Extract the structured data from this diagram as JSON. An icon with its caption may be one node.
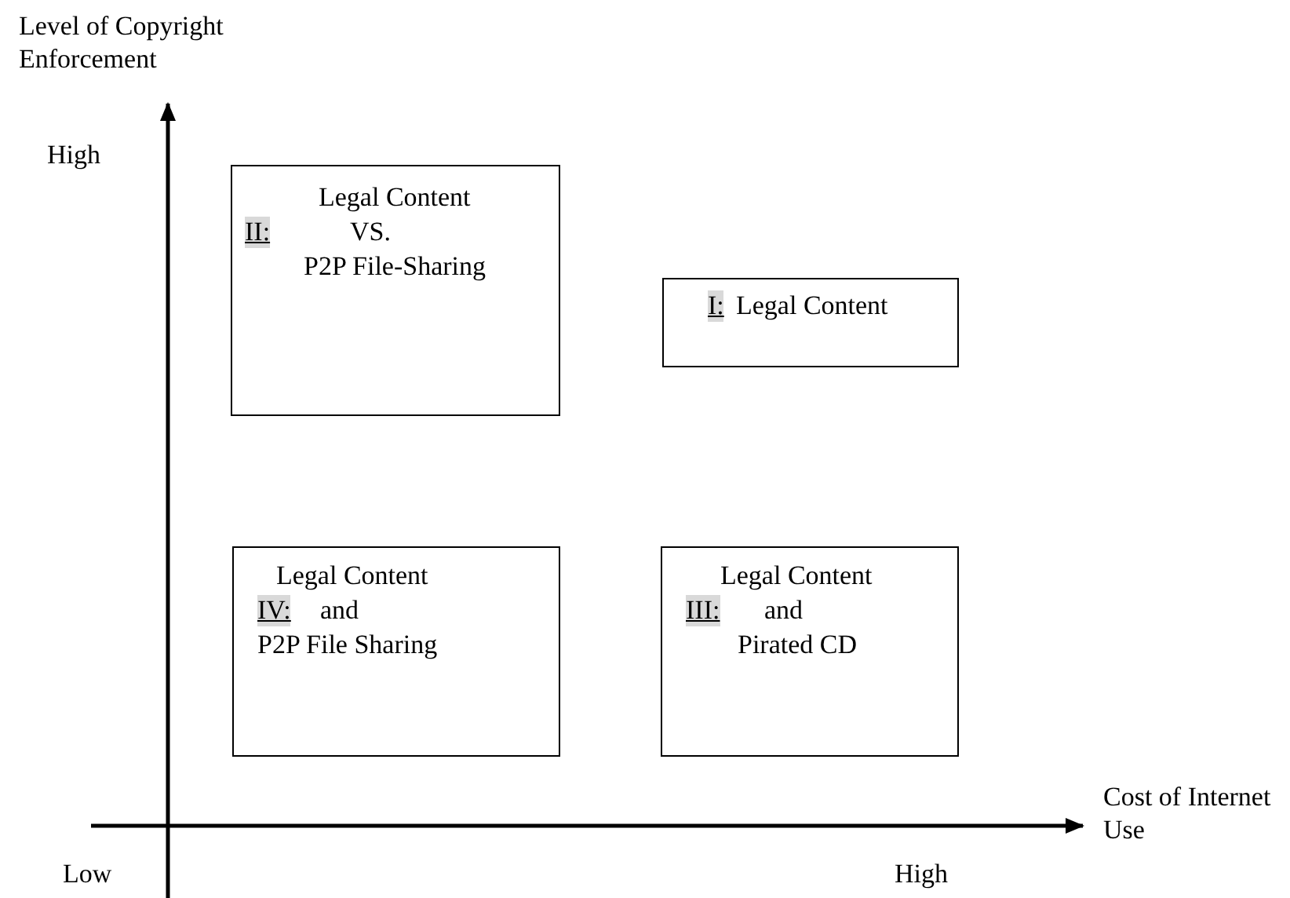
{
  "diagram": {
    "nodes": [
      {
        "text": [
          "Legal Content",
          "II:",
          "VS.",
          "P2P File-Sharing"
        ]
      },
      {
        "text": [
          "I:",
          "Legal Content"
        ]
      },
      {
        "text": [
          "Legal Content",
          "IV:",
          "and",
          "P2P File Sharing"
        ]
      },
      {
        "text": [
          "Legal Content",
          "III:",
          "and",
          "Pirated CD"
        ]
      }
    ],
    "edges": [],
    "labels": [
      "Level of Copyright Enforcement",
      "High",
      "Cost of Internet Use",
      "Low",
      "High"
    ]
  }
}
